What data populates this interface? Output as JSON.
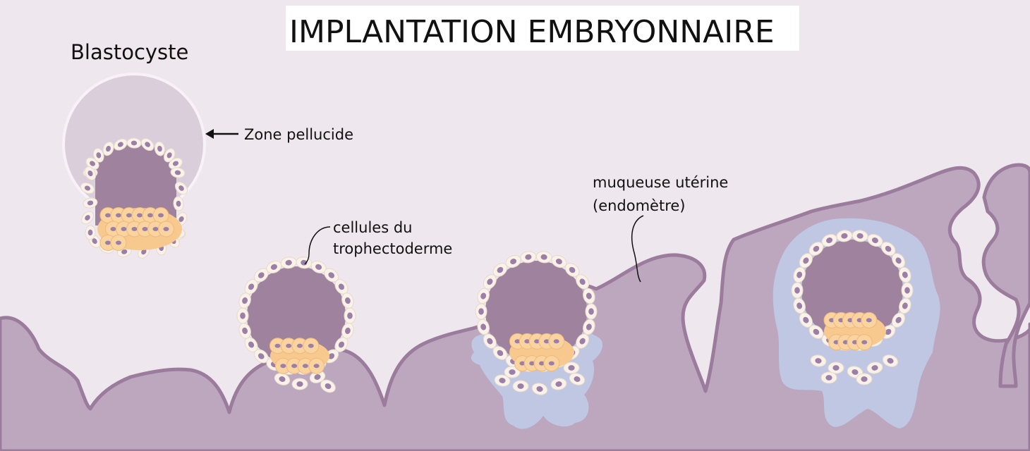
{
  "title": "IMPLANTATION EMBRYONNAIRE",
  "labels": {
    "blastocyste": "Blastocyste",
    "zone_pellucide": "Zone pellucide",
    "trophectoderme_line1": "cellules du",
    "trophectoderme_line2": "trophectoderme",
    "muqueuse_line1": "muqueuse utérine",
    "muqueuse_line2": "(endomètre)"
  },
  "colors": {
    "background": "#efe7ee",
    "endometrium": "#bca7bf",
    "endometrium_outline": "#9b7c9c",
    "blastocoel": "#9e829e",
    "zona": "#dbcedb",
    "trophoblast_cell": "#faf2e8",
    "nucleus": "#9c7fa6",
    "inner_cell_mass": "#f7c98e",
    "invading_tissue": "#bfc7e2"
  },
  "icons": [
    "arrow-left-icon"
  ]
}
